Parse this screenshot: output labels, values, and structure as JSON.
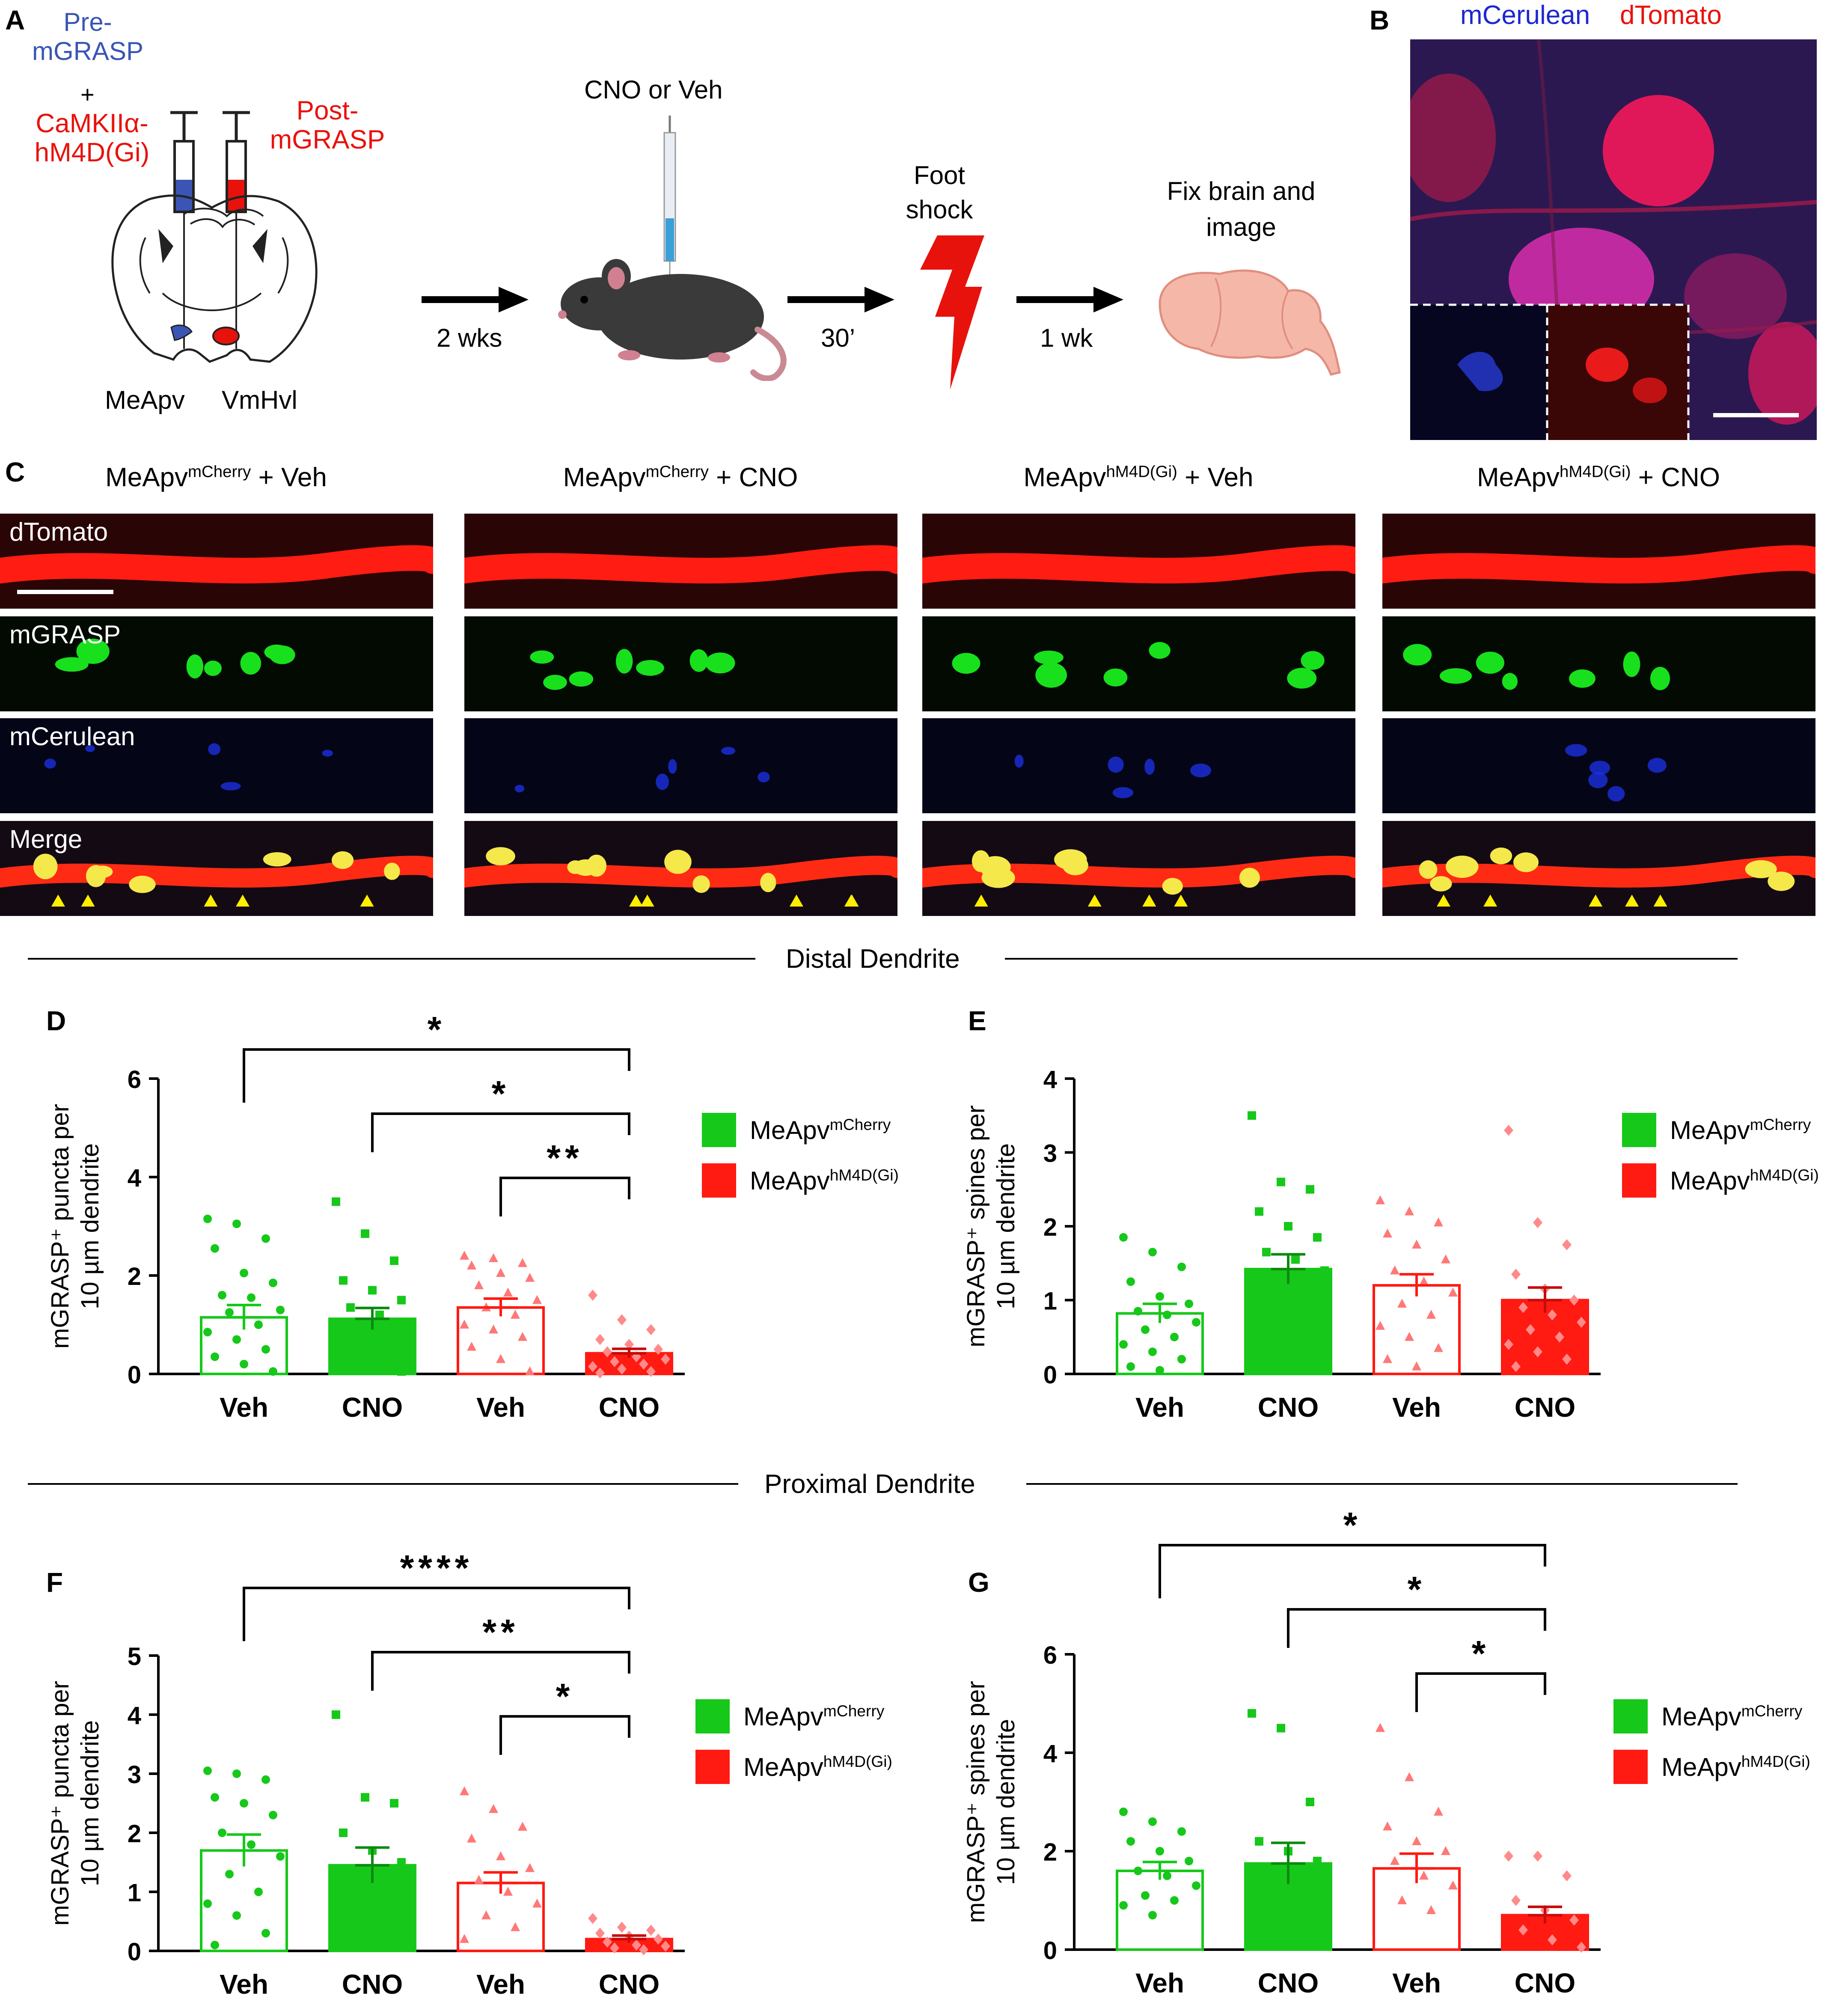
{
  "panel_letters": [
    "A",
    "B",
    "C",
    "D",
    "E",
    "F",
    "G"
  ],
  "panel_a": {
    "pre_label": "Pre-\nmGRASP",
    "plus": "+",
    "virus_label": "CaMKIIα-\nhM4D(Gi)",
    "post_label": "Post-\nmGRASP",
    "region_left": "MeApv",
    "region_right": "VmHvl",
    "step1": "2 wks",
    "injection_label": "CNO or Veh",
    "step2": "30’",
    "shock_label": "Foot\nshock",
    "step3": "1 wk",
    "final_label": "Fix brain and\nimage",
    "colors": {
      "pre": "#3a55b4",
      "post": "#e8120c"
    }
  },
  "panel_b": {
    "label_blue": "mCerulean",
    "label_red": "dTomato"
  },
  "panel_c": {
    "conditions": [
      {
        "base": "MeApv",
        "sup": "mCherry",
        "suffix": " + Veh"
      },
      {
        "base": "MeApv",
        "sup": "mCherry",
        "suffix": " + CNO"
      },
      {
        "base": "MeApv",
        "sup": "hM4D(Gi)",
        "suffix": " + Veh"
      },
      {
        "base": "MeApv",
        "sup": "hM4D(Gi)",
        "suffix": " + CNO"
      }
    ],
    "rows": [
      "dTomato",
      "mGRASP",
      "mCerulean",
      "Merge"
    ]
  },
  "sections": {
    "distal": "Distal Dendrite",
    "proximal": "Proximal Dendrite"
  },
  "legend": [
    {
      "base": "MeApv",
      "sup": "mCherry",
      "color": "#16c81a"
    },
    {
      "base": "MeApv",
      "sup": "hM4D(Gi)",
      "color": "#ff1a12"
    }
  ],
  "chart_data": [
    {
      "panel": "D",
      "type": "bar",
      "categories": [
        "Veh",
        "CNO",
        "Veh",
        "CNO"
      ],
      "values": [
        1.15,
        1.12,
        1.35,
        0.42
      ],
      "sem": [
        0.25,
        0.22,
        0.18,
        0.09
      ],
      "ylabel_line1": "mGRASP⁺ puncta per",
      "ylabel_line2": "10 µm dendrite",
      "ylim": [
        0,
        6
      ],
      "yticks": [
        0,
        2,
        4,
        6
      ],
      "significance": [
        {
          "from": 0,
          "to": 3,
          "label": "*"
        },
        {
          "from": 1,
          "to": 3,
          "label": "*"
        },
        {
          "from": 2,
          "to": 3,
          "label": "**"
        }
      ],
      "points": [
        [
          3.15,
          3.05,
          2.75,
          2.55,
          2.05,
          1.85,
          1.6,
          1.55,
          1.3,
          1.25,
          1.0,
          0.85,
          0.7,
          0.5,
          0.35,
          0.2,
          0.05
        ],
        [
          3.5,
          2.85,
          2.3,
          1.9,
          1.7,
          1.5,
          1.35,
          1.2,
          1.05,
          0.95,
          0.85,
          0.75,
          0.6,
          0.5,
          0.3,
          0.15,
          0.05
        ],
        [
          2.4,
          2.35,
          2.25,
          2.2,
          2.05,
          1.95,
          1.8,
          1.65,
          1.5,
          1.35,
          1.2,
          1.0,
          0.9,
          0.75,
          0.55,
          0.3,
          0.05
        ],
        [
          1.6,
          1.1,
          0.9,
          0.7,
          0.6,
          0.5,
          0.45,
          0.35,
          0.3,
          0.25,
          0.2,
          0.15,
          0.1,
          0.05,
          0.02
        ]
      ]
    },
    {
      "panel": "E",
      "type": "bar",
      "categories": [
        "Veh",
        "CNO",
        "Veh",
        "CNO"
      ],
      "values": [
        0.82,
        1.42,
        1.2,
        1.0
      ],
      "sem": [
        0.13,
        0.2,
        0.15,
        0.17
      ],
      "ylabel_line1": "mGRASP⁺ spines per",
      "ylabel_line2": "10 µm dendrite",
      "ylim": [
        0,
        4
      ],
      "yticks": [
        0,
        1,
        2,
        3,
        4
      ],
      "significance": [],
      "points": [
        [
          1.85,
          1.65,
          1.45,
          1.25,
          1.05,
          0.95,
          0.85,
          0.8,
          0.7,
          0.6,
          0.5,
          0.4,
          0.3,
          0.2,
          0.1,
          0.05
        ],
        [
          3.5,
          2.6,
          2.5,
          2.2,
          2.0,
          1.85,
          1.65,
          1.55,
          1.4,
          1.25,
          1.1,
          1.0,
          0.85,
          0.7,
          0.55,
          0.4,
          0.2,
          0.1
        ],
        [
          2.35,
          2.2,
          2.05,
          1.9,
          1.75,
          1.55,
          1.4,
          1.25,
          1.1,
          0.95,
          0.8,
          0.65,
          0.5,
          0.35,
          0.2,
          0.1
        ],
        [
          3.3,
          2.05,
          1.75,
          1.35,
          1.15,
          1.0,
          0.9,
          0.8,
          0.7,
          0.6,
          0.5,
          0.4,
          0.3,
          0.2,
          0.1
        ]
      ]
    },
    {
      "panel": "F",
      "type": "bar",
      "categories": [
        "Veh",
        "CNO",
        "Veh",
        "CNO"
      ],
      "values": [
        1.7,
        1.45,
        1.15,
        0.2
      ],
      "sem": [
        0.27,
        0.3,
        0.18,
        0.06
      ],
      "ylabel_line1": "mGRASP⁺ puncta per",
      "ylabel_line2": "10 µm dendrite",
      "ylim": [
        0,
        5
      ],
      "yticks": [
        0,
        1,
        2,
        3,
        4,
        5
      ],
      "significance": [
        {
          "from": 0,
          "to": 3,
          "label": "****"
        },
        {
          "from": 1,
          "to": 3,
          "label": "**"
        },
        {
          "from": 2,
          "to": 3,
          "label": "*"
        }
      ],
      "points": [
        [
          3.05,
          3.0,
          2.9,
          2.6,
          2.5,
          2.3,
          2.0,
          1.8,
          1.6,
          1.3,
          1.0,
          0.8,
          0.6,
          0.3,
          0.1
        ],
        [
          4.0,
          2.6,
          2.5,
          2.0,
          1.7,
          1.5,
          1.3,
          1.1,
          0.9,
          0.6,
          0.4,
          0.1
        ],
        [
          2.7,
          2.4,
          2.1,
          1.9,
          1.6,
          1.4,
          1.2,
          1.0,
          0.8,
          0.6,
          0.4,
          0.2
        ],
        [
          0.55,
          0.4,
          0.35,
          0.3,
          0.25,
          0.2,
          0.15,
          0.1,
          0.08,
          0.05,
          0.02
        ]
      ]
    },
    {
      "panel": "G",
      "type": "bar",
      "categories": [
        "Veh",
        "CNO",
        "Veh",
        "CNO"
      ],
      "values": [
        1.6,
        1.75,
        1.65,
        0.7
      ],
      "sem": [
        0.18,
        0.42,
        0.3,
        0.17
      ],
      "ylabel_line1": "mGRASP⁺ spines per",
      "ylabel_line2": "10 µm dendrite",
      "ylim": [
        0,
        6
      ],
      "yticks": [
        0,
        2,
        4,
        6
      ],
      "significance": [
        {
          "from": 0,
          "to": 3,
          "label": "*"
        },
        {
          "from": 1,
          "to": 3,
          "label": "*"
        },
        {
          "from": 2,
          "to": 3,
          "label": "*"
        }
      ],
      "points": [
        [
          2.8,
          2.6,
          2.4,
          2.2,
          2.0,
          1.8,
          1.6,
          1.5,
          1.3,
          1.1,
          1.0,
          0.9,
          0.7
        ],
        [
          4.8,
          4.5,
          3.0,
          2.2,
          2.0,
          1.8,
          1.5,
          1.2,
          1.0,
          0.7,
          0.4,
          0.1
        ],
        [
          4.5,
          3.5,
          2.8,
          2.5,
          2.2,
          2.0,
          1.8,
          1.5,
          1.3,
          1.0,
          0.8
        ],
        [
          1.9,
          1.9,
          1.5,
          1.0,
          0.8,
          0.6,
          0.4,
          0.2,
          0.05
        ]
      ]
    }
  ]
}
